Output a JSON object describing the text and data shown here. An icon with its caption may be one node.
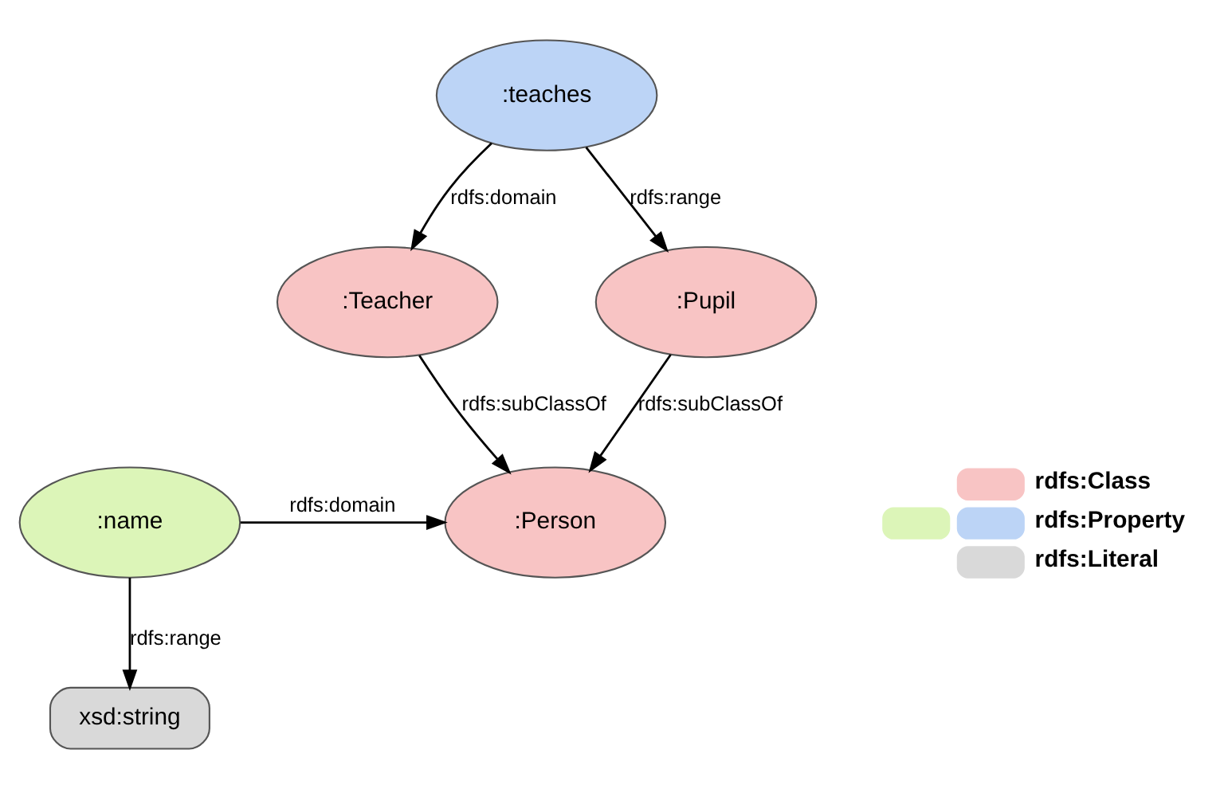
{
  "diagram": {
    "nodes": [
      {
        "text": [
          ":name"
        ]
      },
      {
        "text": [
          ":Person"
        ]
      },
      {
        "text": [
          "xsd:string"
        ]
      },
      {
        "text": [
          ":Teacher"
        ]
      },
      {
        "text": [
          ":Pupil"
        ]
      },
      {
        "text": [
          ":teaches"
        ]
      }
    ],
    "edges": [
      {
        "from": 0,
        "to": 1,
        "arrow": "to",
        "label": "rdfs:domain"
      },
      {
        "from": 0,
        "to": 2,
        "arrow": "to",
        "label": "rdfs:range"
      },
      {
        "from": 3,
        "to": 1,
        "arrow": "to",
        "label": "rdfs:subClassOf"
      },
      {
        "from": 4,
        "to": 1,
        "arrow": "to",
        "label": "rdfs:subClassOf"
      },
      {
        "from": 5,
        "to": 3,
        "arrow": "to",
        "label": "rdfs:domain"
      },
      {
        "from": 5,
        "to": 4,
        "arrow": "to",
        "label": "rdfs:range"
      }
    ],
    "legend": [
      {
        "text": "rdfs:Class",
        "color": "#f8c4c4"
      },
      {
        "text": "rdfs:Property",
        "color": "#dcf5b8"
      },
      {
        "text": "rdfs:Literal",
        "color": "#d9d9d9"
      }
    ]
  }
}
